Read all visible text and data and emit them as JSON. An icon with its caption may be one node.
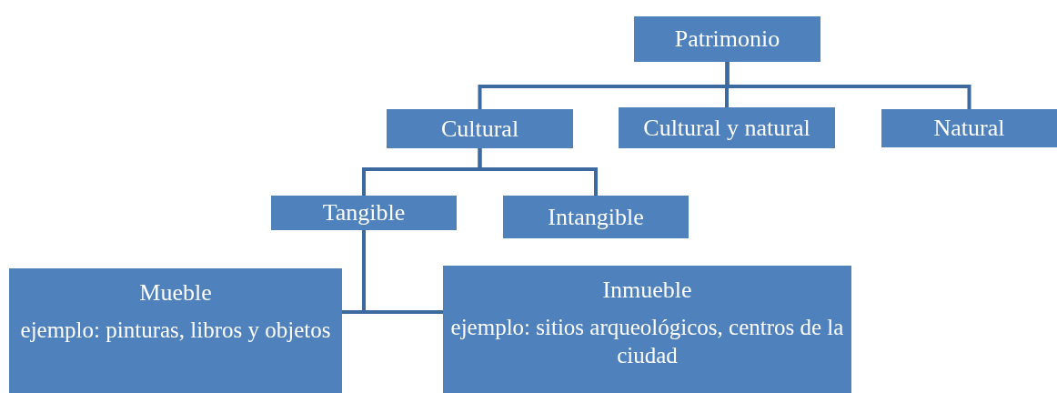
{
  "diagram": {
    "nodes": [
      {
        "text": [
          "Patrimonio"
        ]
      },
      {
        "text": [
          "Cultural"
        ]
      },
      {
        "text": [
          "Cultural y natural"
        ]
      },
      {
        "text": [
          "Natural"
        ]
      },
      {
        "text": [
          "Tangible"
        ]
      },
      {
        "text": [
          "Intangible"
        ]
      },
      {
        "text": [
          "Mueble",
          "ejemplo: pinturas, libros y objetos"
        ]
      },
      {
        "text": [
          "Inmueble",
          "ejemplo: sitios arqueológicos, centros de la ciudad"
        ]
      }
    ],
    "edges": [
      {
        "from": 0,
        "to": 1,
        "arrow": "none"
      },
      {
        "from": 0,
        "to": 2,
        "arrow": "none"
      },
      {
        "from": 0,
        "to": 3,
        "arrow": "none"
      },
      {
        "from": 1,
        "to": 4,
        "arrow": "none"
      },
      {
        "from": 1,
        "to": 5,
        "arrow": "none"
      },
      {
        "from": 4,
        "to": 6,
        "arrow": "none"
      },
      {
        "from": 4,
        "to": 7,
        "arrow": "none"
      }
    ]
  }
}
